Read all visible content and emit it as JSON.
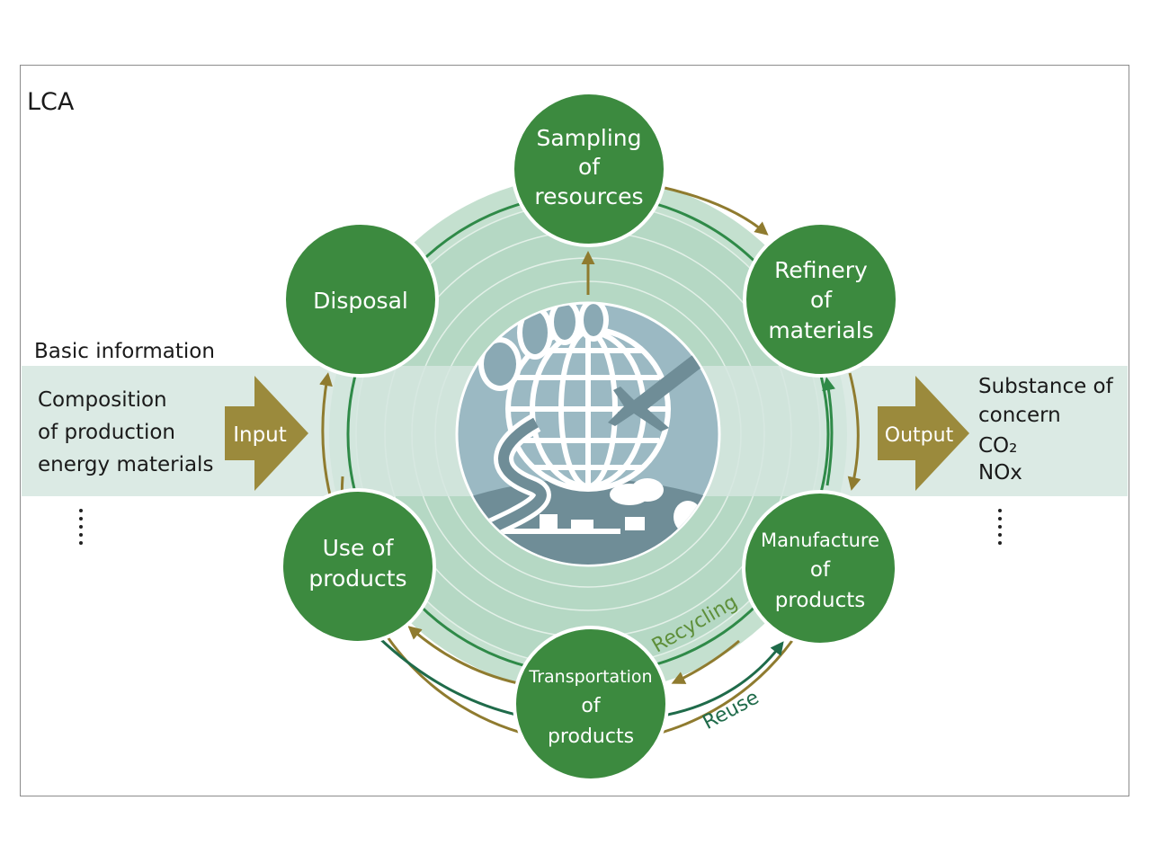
{
  "title": "LCA",
  "left": {
    "heading": "Basic information",
    "lines": [
      "Composition",
      "of production",
      "energy materials"
    ],
    "arrow_label": "Input"
  },
  "right": {
    "lines": [
      "Substance of",
      "concern",
      "CO₂",
      "NOx"
    ],
    "arrow_label": "Output"
  },
  "nodes": [
    {
      "id": "sampling",
      "lines": [
        "Sampling",
        "of",
        "resources"
      ]
    },
    {
      "id": "refinery",
      "lines": [
        "Refinery",
        "of",
        "materials"
      ]
    },
    {
      "id": "manufacture",
      "lines": [
        "Manufacture",
        "of",
        "products"
      ]
    },
    {
      "id": "transportation",
      "lines": [
        "Transportation",
        "of",
        "products"
      ]
    },
    {
      "id": "use",
      "lines": [
        "Use of",
        "products"
      ]
    },
    {
      "id": "disposal",
      "lines": [
        "Disposal"
      ]
    }
  ],
  "loop_labels": {
    "recycling": "Recycling",
    "reuse": "Reuse"
  },
  "colors": {
    "node_green": "#3c8a3f",
    "ring_light": "#c4e0cf",
    "ring_mid": "#add3be",
    "band": "#d5e6df",
    "olive": "#8f7b2f",
    "dark_green": "#1f6b4a",
    "globe_bg": "#9bb9c3"
  }
}
